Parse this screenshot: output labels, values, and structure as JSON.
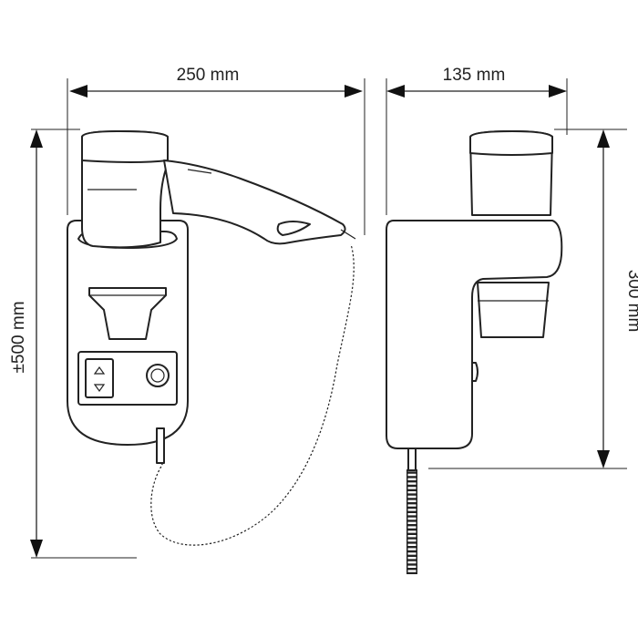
{
  "dimensions": {
    "width_front": "250 mm",
    "width_side": "135 mm",
    "height_total": "±500 mm",
    "height_side": "300 mm"
  },
  "colors": {
    "stroke": "#222222",
    "fill": "#ffffff",
    "shading": "#d9d9d9"
  }
}
